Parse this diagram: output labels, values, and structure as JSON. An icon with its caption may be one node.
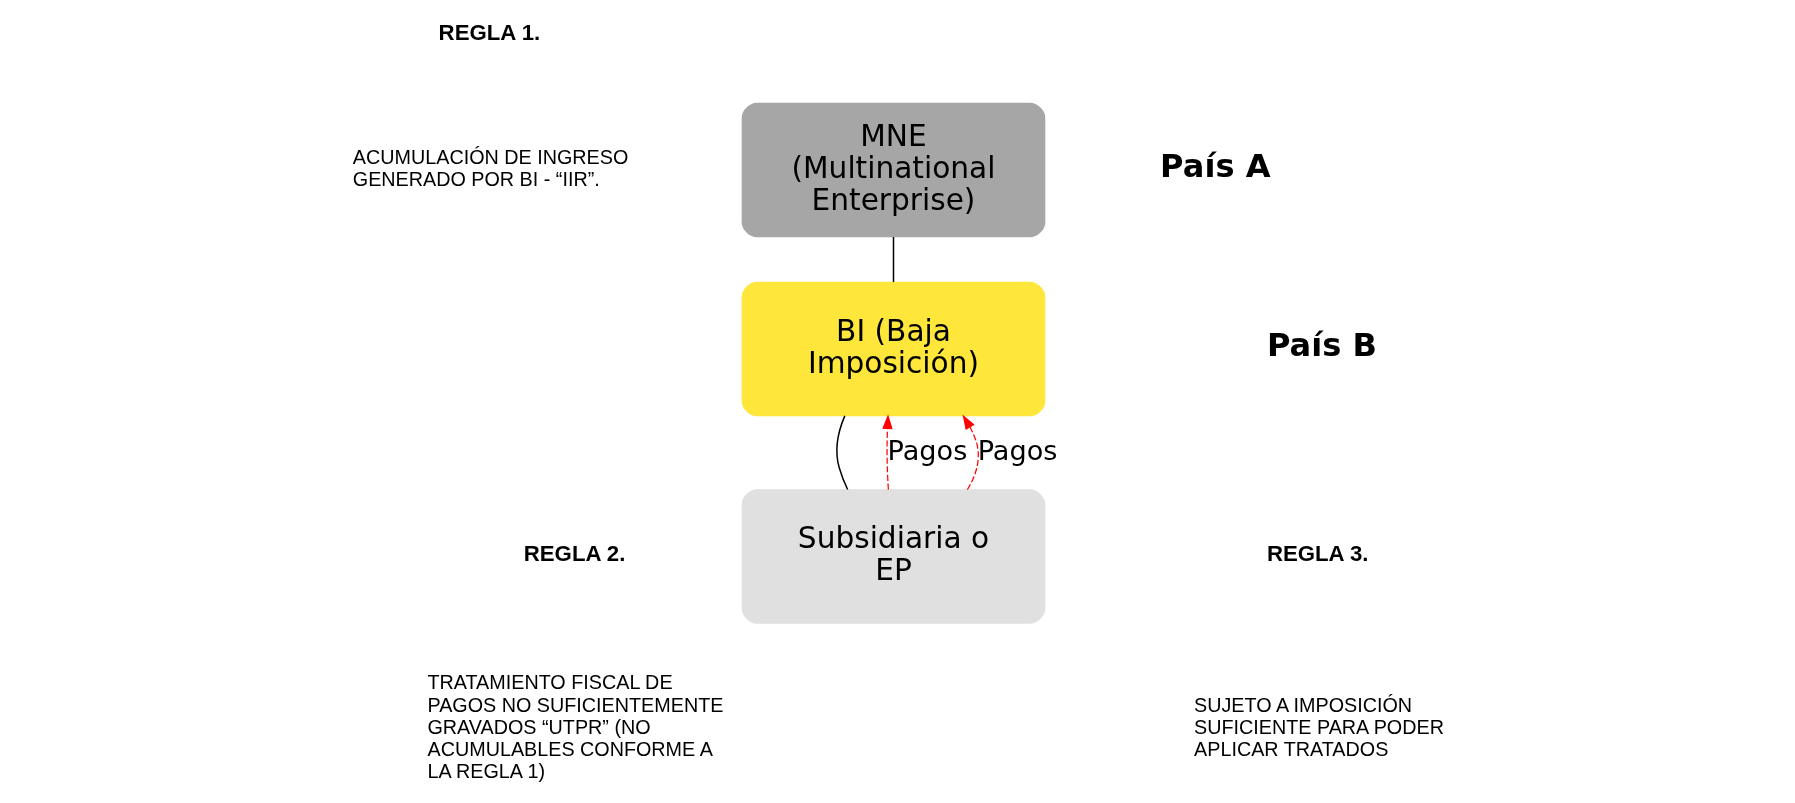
{
  "diagram": {
    "nodes": [
      {
        "text": [
          "MNE (Multinational Enterprise)"
        ]
      },
      {
        "text": [
          "BI (Baja Imposición)"
        ]
      },
      {
        "text": [
          "Subsidiaria o EP"
        ]
      }
    ],
    "edges": [
      {
        "from": 0,
        "to": 1,
        "arrow": "none"
      },
      {
        "from": 1,
        "to": 2,
        "arrow": "none"
      },
      {
        "from": 2,
        "to": 1,
        "arrow": "to",
        "label": "Pagos",
        "style": "dashed",
        "color": "#ff0000"
      },
      {
        "from": 2,
        "to": 1,
        "arrow": "to",
        "label": "Pagos",
        "style": "dashed",
        "color": "#ff0000"
      }
    ],
    "labels": [
      "REGLA 1.",
      "ACUMULACIÓN DE INGRESO GENERADO POR BI - “IIR”.",
      "País A",
      "País B",
      "REGLA 2.",
      "TRATAMIENTO FISCAL DE PAGOS NO SUFICIENTEMENTE GRAVADOS “UTPR” (NO ACUMULABLES CONFORME A LA REGLA 1)",
      "REGLA 3.",
      "SUJETO A IMPOSICIÓN SUFICIENTE PARA PODER APLICAR TRATADOS"
    ]
  }
}
